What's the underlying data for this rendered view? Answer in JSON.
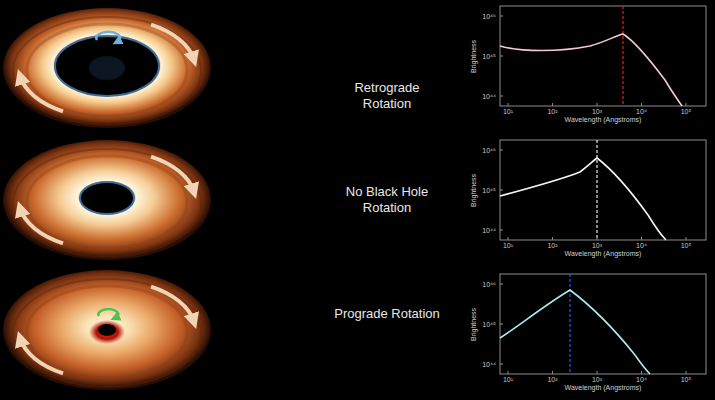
{
  "diagram": {
    "labels": [
      "Retrograde Rotation",
      "No Black Hole Rotation",
      "Prograde Rotation",
      "10⁴⁶",
      "10⁴⁵",
      "10⁴⁴",
      "Brightness",
      "10¹",
      "10²",
      "10³",
      "10⁴",
      "10⁵",
      "Wavelength (Angstroms)",
      "10⁴⁶",
      "10⁴⁵",
      "10⁴⁴",
      "Brightness",
      "10¹",
      "10²",
      "10³",
      "10⁴",
      "10⁵",
      "Wavelength (Angstroms)",
      "10⁴⁶",
      "10⁴⁵",
      "10⁴⁴",
      "Brightness",
      "10¹",
      "10²",
      "10³",
      "10⁴",
      "10⁵",
      "Wavelength (Angstroms)"
    ]
  }
}
